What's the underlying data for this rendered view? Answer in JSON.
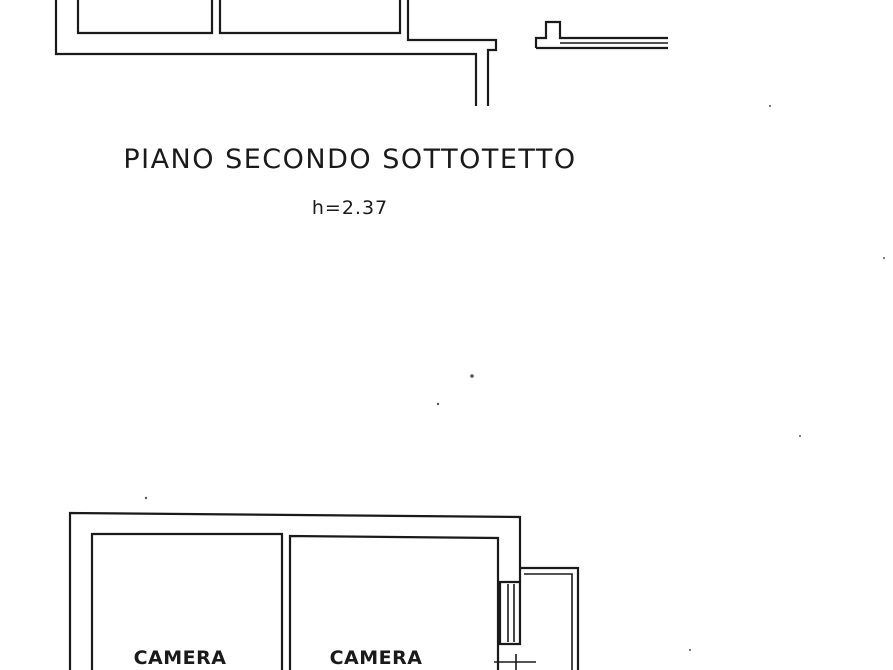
{
  "upper_plan": {
    "title": "PIANO SECONDO SOTTOTETTO",
    "height_note": "h=2.37"
  },
  "lower_plan": {
    "rooms": [
      {
        "label": "CAMERA"
      },
      {
        "label": "CAMERA"
      }
    ]
  },
  "colors": {
    "ink": "#1a1a1a",
    "paper": "#ffffff"
  }
}
